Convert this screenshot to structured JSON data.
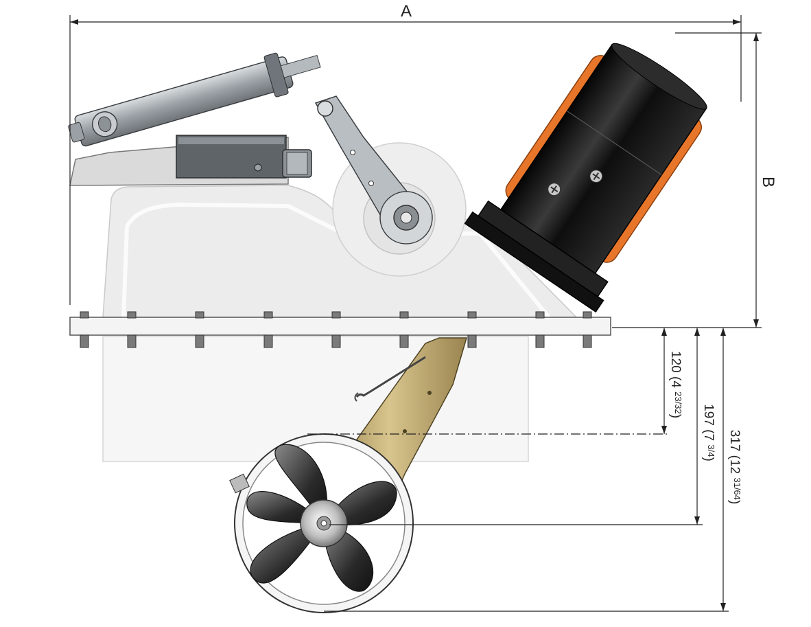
{
  "dimensions": {
    "width_label": "A",
    "height_label": "B",
    "d120": {
      "main": "120 (4 ",
      "frac": "23/32",
      "close": ")"
    },
    "d197": {
      "main": "197 (7 ",
      "frac": "3/4",
      "close": ")"
    },
    "d317": {
      "main": "317 (12 ",
      "frac": "31/64",
      "close": ")"
    }
  },
  "colors": {
    "housing": "#ececec",
    "housing_edge": "#c9c9c9",
    "motor": "#1a1a1a",
    "motor_accent": "#e8762a",
    "actuator": "#a9aeb3",
    "leg": "#c8b27a",
    "propeller": "#3a3a3a",
    "line": "#222222"
  }
}
